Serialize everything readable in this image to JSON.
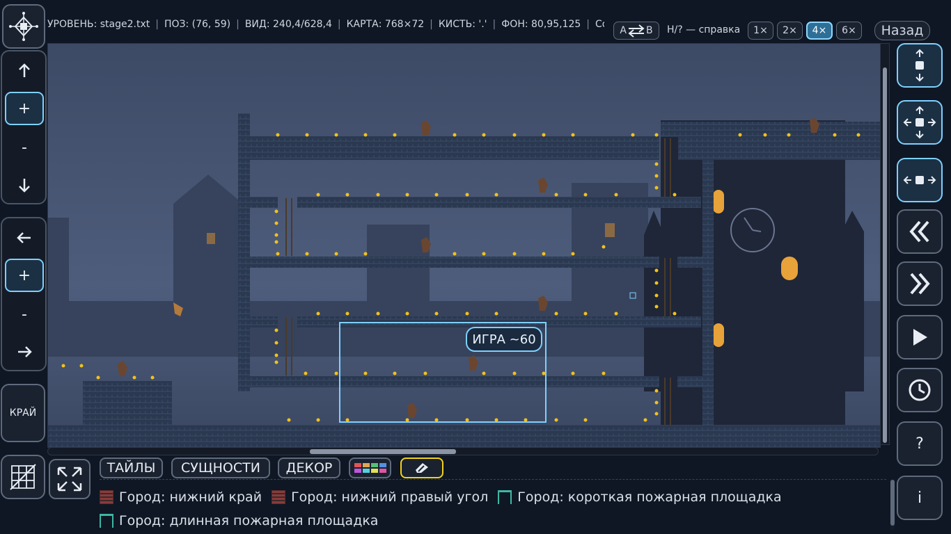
{
  "status_bar": {
    "level": "УРОВЕНЬ: stage2.txt",
    "pos": "ПОЗ: (76, 59)",
    "view": "ВИД: 240,4/628,4",
    "map": "КАРТА: 768×72",
    "brush": "КИСТЬ: '.'",
    "bg": "ФОН: 80,95,125",
    "save": "Сохр"
  },
  "top_controls": {
    "ab_left": "A",
    "ab_right": "B",
    "help": "H/? — справка",
    "zoom_levels": [
      "1×",
      "2×",
      "4×",
      "6×"
    ],
    "zoom_selected": "4×",
    "back": "Назад"
  },
  "left_panel": {
    "vertical": {
      "plus": "+",
      "minus": "-"
    },
    "horizontal": {
      "plus": "+",
      "minus": "-"
    },
    "edge": "КРАЙ"
  },
  "right_panel": {
    "help": "?",
    "info": "i"
  },
  "game": {
    "selection_label": "ИГРА ~60"
  },
  "bottom_tabs": [
    "ТАЙЛЫ",
    "СУЩНОСТИ",
    "ДЕКОР"
  ],
  "tiles": [
    {
      "label": "Город: нижний край",
      "swatch": "brick"
    },
    {
      "label": "Город: нижний правый угол",
      "swatch": "brick"
    },
    {
      "label": "Город: короткая пожарная площадка",
      "swatch": "fire-escape"
    },
    {
      "label": "Город: длинная пожарная площадка",
      "swatch": "fire-escape"
    }
  ],
  "colors": {
    "accent": "#7fd0ff",
    "coin": "#f2c21b",
    "highlight_border": "#f2d21b",
    "bg_sky": "#505f7d",
    "platform": "#2c3a4f"
  }
}
